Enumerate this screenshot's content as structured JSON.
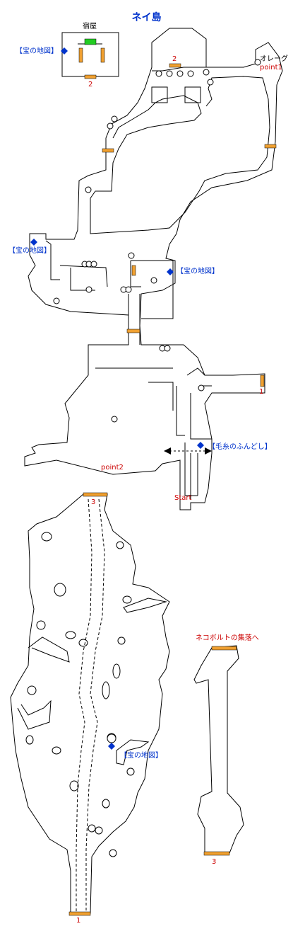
{
  "title": "ネイ島",
  "inn_label": "宿屋",
  "treasure_label": "【宝の地図】",
  "wool_label": "【毛糸のふんどし】",
  "orac_label": "オレーグ",
  "point1": "point1",
  "point2": "point2",
  "start": "Start",
  "village_label": "ネコボルトの集落へ",
  "exit_1": "1",
  "exit_2": "2",
  "exit_3": "3",
  "colors": {
    "wall": "#000000",
    "door": "#f0a030",
    "treasure": "#0033cc",
    "label_blue": "#0033cc",
    "label_red": "#cc0000",
    "inn_bed": "#22cc22"
  }
}
